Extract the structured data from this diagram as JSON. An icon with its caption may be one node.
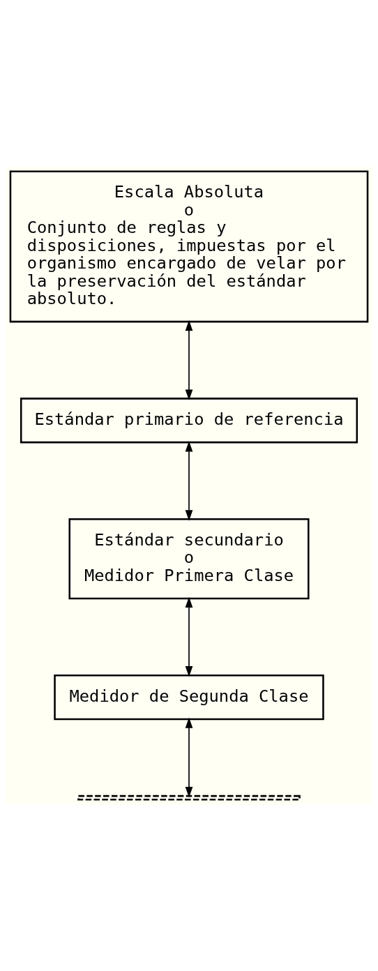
{
  "diagram": {
    "nodes": [
      {
        "text": [
          "Escala Absoluta",
          "o",
          "Conjunto de reglas y disposiciones, impuestas por el organismo encargado de velar por la preservación del estándar absoluto."
        ]
      },
      {
        "text": [
          "Estándar primario de referencia"
        ]
      },
      {
        "text": [
          "Estándar secundario",
          "o",
          "Medidor Primera Clase"
        ]
      },
      {
        "text": [
          "Medidor de Segunda Clase"
        ]
      },
      {
        "text": [],
        "shape": "bar"
      }
    ],
    "edges": [
      {
        "from": 0,
        "to": 1,
        "arrow": "both"
      },
      {
        "from": 1,
        "to": 2,
        "arrow": "both"
      },
      {
        "from": 2,
        "to": 3,
        "arrow": "both"
      },
      {
        "from": 3,
        "to": 4,
        "arrow": "both"
      }
    ]
  }
}
